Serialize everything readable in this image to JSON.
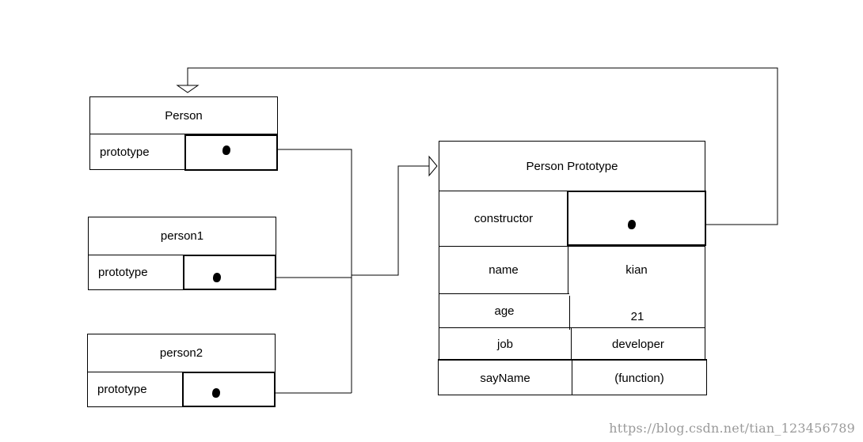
{
  "person": {
    "title": "Person",
    "prop_label": "prototype"
  },
  "person1": {
    "title": "person1",
    "prop_label": "prototype"
  },
  "person2": {
    "title": "person2",
    "prop_label": "prototype"
  },
  "person_prototype": {
    "title": "Person  Prototype",
    "rows": [
      {
        "key": "constructor",
        "value": ""
      },
      {
        "key": "name",
        "value": "kian"
      },
      {
        "key": "age",
        "value": "21"
      },
      {
        "key": "job",
        "value": "developer"
      },
      {
        "key": "sayName",
        "value": "(function)"
      }
    ]
  },
  "watermark": "https://blog.csdn.net/tian_123456789"
}
